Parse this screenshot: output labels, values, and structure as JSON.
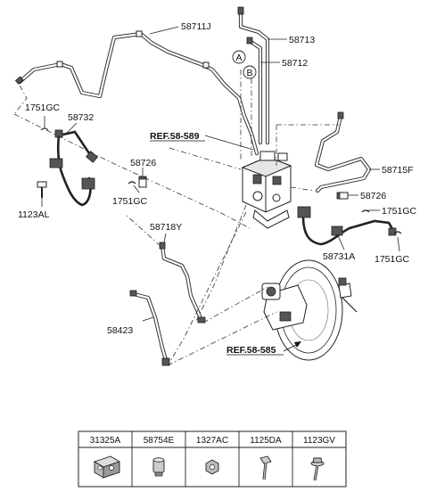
{
  "callouts": {
    "p58711J": "58711J",
    "p58713": "58713",
    "p58712": "58712",
    "p1751GC_1": "1751GC",
    "p58732": "58732",
    "p58726_1": "58726",
    "p1751GC_2": "1751GC",
    "p1123AL": "1123AL",
    "p58715F": "58715F",
    "p58726_2": "58726",
    "p1751GC_3": "1751GC",
    "p58731A": "58731A",
    "p1751GC_4": "1751GC",
    "p58718Y": "58718Y",
    "p58423": "58423"
  },
  "refs": {
    "ref_abs": "REF.58-589",
    "ref_booster": "REF.58-585"
  },
  "markers": {
    "a": "A",
    "b": "B"
  },
  "parts_table": {
    "headers": [
      "31325A",
      "58754E",
      "1327AC",
      "1125DA",
      "1123GV"
    ],
    "icons": [
      "clip-block-icon",
      "fitting-cap-icon",
      "nut-icon",
      "bolt-icon",
      "flange-bolt-icon"
    ]
  }
}
